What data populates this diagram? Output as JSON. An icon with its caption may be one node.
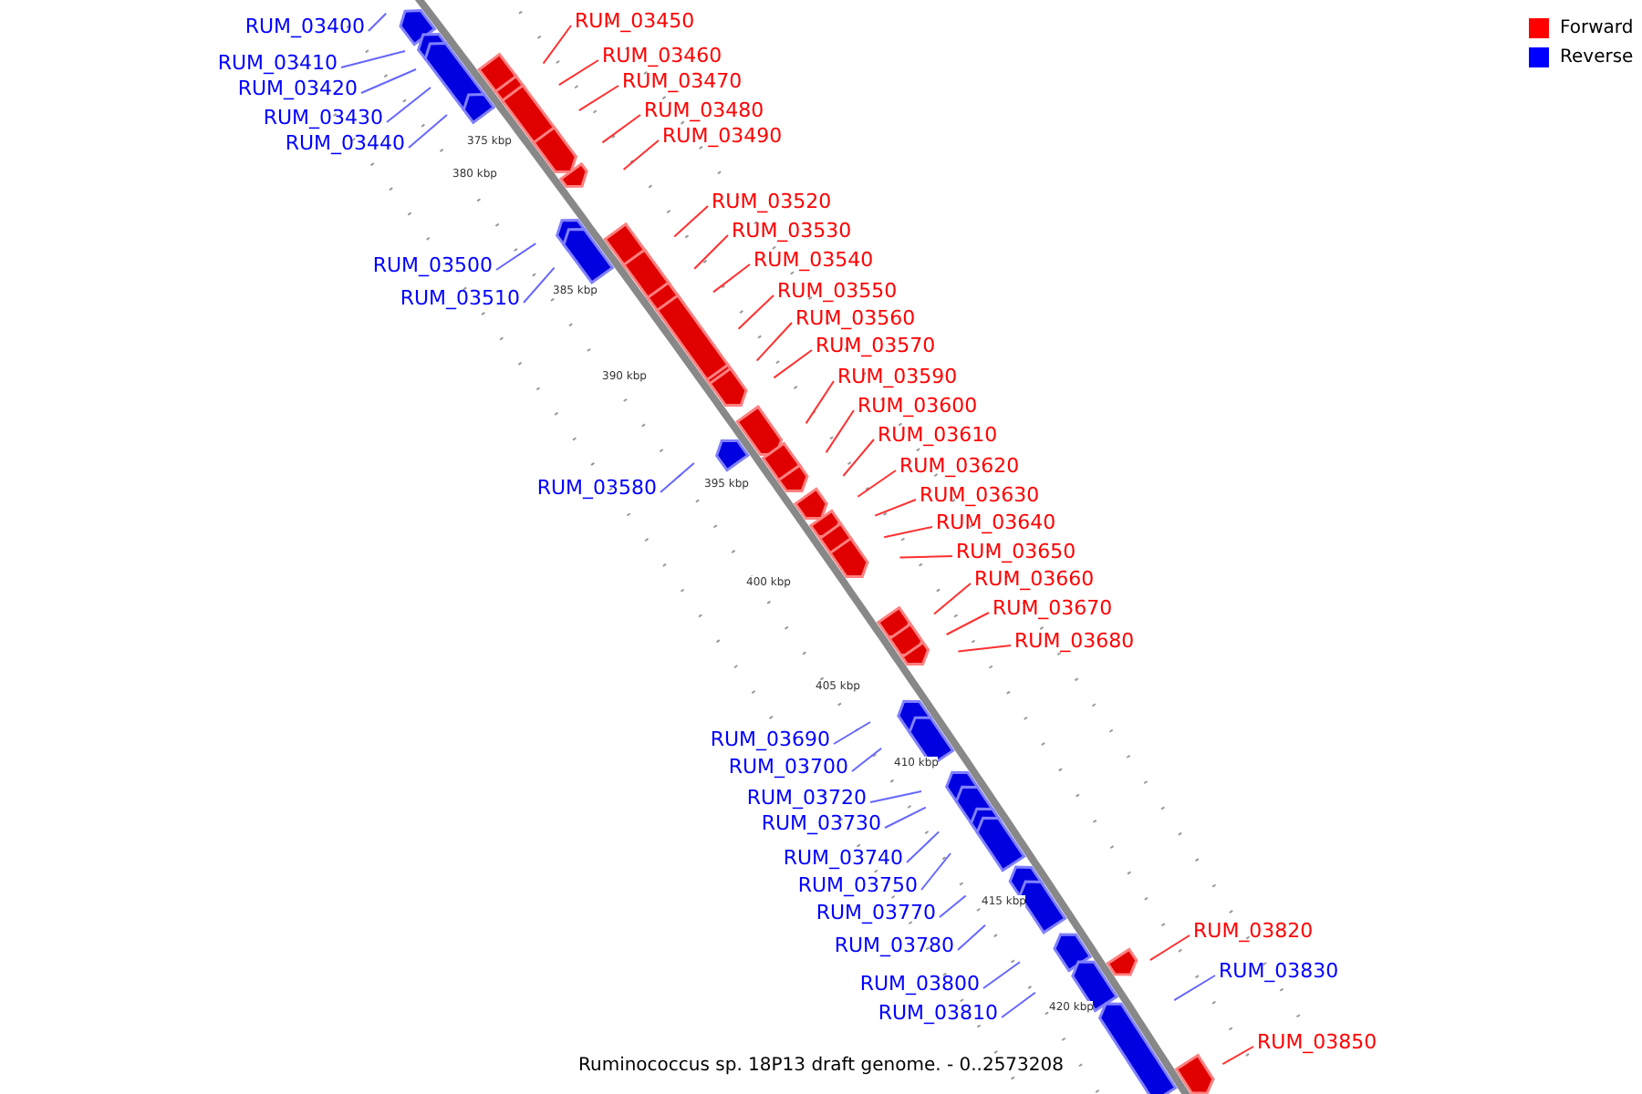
{
  "diagram": {
    "caption": "Ruminococcus sp. 18P13 draft genome. - 0..2573208",
    "nodes": [
      {
        "text": [
          "RUM_03450"
        ]
      },
      {
        "text": [
          "RUM_03400"
        ]
      },
      {
        "text": [
          "RUM_03460"
        ]
      },
      {
        "text": [
          "RUM_03410"
        ]
      },
      {
        "text": [
          "RUM_03470"
        ]
      },
      {
        "text": [
          "RUM_03420"
        ]
      },
      {
        "text": [
          "RUM_03480"
        ]
      },
      {
        "text": [
          "RUM_03430"
        ]
      },
      {
        "text": [
          "RUM_03490"
        ]
      },
      {
        "text": [
          "RUM_03440"
        ]
      },
      {
        "text": [
          "RUM_03520"
        ]
      },
      {
        "text": [
          "RUM_03530"
        ]
      },
      {
        "text": [
          "RUM_03540"
        ]
      },
      {
        "text": [
          "RUM_03500"
        ]
      },
      {
        "text": [
          "RUM_03550"
        ]
      },
      {
        "text": [
          "RUM_03510"
        ]
      },
      {
        "text": [
          "RUM_03560"
        ]
      },
      {
        "text": [
          "RUM_03570"
        ]
      },
      {
        "text": [
          "RUM_03590"
        ]
      },
      {
        "text": [
          "RUM_03600"
        ]
      },
      {
        "text": [
          "RUM_03610"
        ]
      },
      {
        "text": [
          "RUM_03620"
        ]
      },
      {
        "text": [
          "RUM_03580"
        ]
      },
      {
        "text": [
          "RUM_03630"
        ]
      },
      {
        "text": [
          "RUM_03640"
        ]
      },
      {
        "text": [
          "RUM_03650"
        ]
      },
      {
        "text": [
          "RUM_03660"
        ]
      },
      {
        "text": [
          "RUM_03670"
        ]
      },
      {
        "text": [
          "RUM_03680"
        ]
      },
      {
        "text": [
          "RUM_03690"
        ]
      },
      {
        "text": [
          "RUM_03700"
        ]
      },
      {
        "text": [
          "RUM_03720"
        ]
      },
      {
        "text": [
          "RUM_03730"
        ]
      },
      {
        "text": [
          "RUM_03740"
        ]
      },
      {
        "text": [
          "RUM_03750"
        ]
      },
      {
        "text": [
          "RUM_03770"
        ]
      },
      {
        "text": [
          "RUM_03820"
        ]
      },
      {
        "text": [
          "RUM_03780"
        ]
      },
      {
        "text": [
          "RUM_03830"
        ]
      },
      {
        "text": [
          "RUM_03800"
        ]
      },
      {
        "text": [
          "RUM_03810"
        ]
      },
      {
        "text": [
          "RUM_03850"
        ]
      }
    ],
    "edges": [
      {
        "from": 0,
        "to": null,
        "arrow": "none"
      },
      {
        "from": 1,
        "to": null,
        "arrow": "none",
        "color": "#6666ff"
      },
      {
        "from": 2,
        "to": null,
        "arrow": "none"
      },
      {
        "from": 3,
        "to": null,
        "arrow": "none",
        "color": "#6666ff"
      },
      {
        "from": 4,
        "to": null,
        "arrow": "none"
      },
      {
        "from": 5,
        "to": null,
        "arrow": "none",
        "color": "#6666ff"
      },
      {
        "from": 6,
        "to": null,
        "arrow": "none"
      },
      {
        "from": 7,
        "to": null,
        "arrow": "none",
        "color": "#6666ff"
      },
      {
        "from": 8,
        "to": null,
        "arrow": "none"
      },
      {
        "from": 9,
        "to": null,
        "arrow": "none",
        "color": "#6666ff"
      },
      {
        "from": 10,
        "to": null,
        "arrow": "none"
      },
      {
        "from": 11,
        "to": null,
        "arrow": "none"
      },
      {
        "from": 12,
        "to": null,
        "arrow": "none"
      },
      {
        "from": 13,
        "to": null,
        "arrow": "none",
        "color": "#6666ff"
      },
      {
        "from": 14,
        "to": null,
        "arrow": "none"
      },
      {
        "from": 15,
        "to": null,
        "arrow": "none",
        "color": "#6666ff"
      },
      {
        "from": 16,
        "to": null,
        "arrow": "none"
      },
      {
        "from": 17,
        "to": null,
        "arrow": "none"
      },
      {
        "from": 18,
        "to": null,
        "arrow": "none"
      },
      {
        "from": 19,
        "to": null,
        "arrow": "none"
      },
      {
        "from": 20,
        "to": null,
        "arrow": "none"
      },
      {
        "from": 21,
        "to": null,
        "arrow": "none"
      },
      {
        "from": 22,
        "to": null,
        "arrow": "none",
        "color": "#6666ff"
      },
      {
        "from": 23,
        "to": null,
        "arrow": "none"
      },
      {
        "from": 24,
        "to": null,
        "arrow": "none"
      },
      {
        "from": 25,
        "to": null,
        "arrow": "none"
      },
      {
        "from": 26,
        "to": null,
        "arrow": "none"
      },
      {
        "from": 27,
        "to": null,
        "arrow": "none"
      },
      {
        "from": 28,
        "to": null,
        "arrow": "none"
      },
      {
        "from": 29,
        "to": null,
        "arrow": "none",
        "color": "#6666ff"
      },
      {
        "from": 30,
        "to": null,
        "arrow": "none",
        "color": "#6666ff"
      },
      {
        "from": 31,
        "to": null,
        "arrow": "none",
        "color": "#6666ff"
      },
      {
        "from": 32,
        "to": null,
        "arrow": "none",
        "color": "#6666ff"
      },
      {
        "from": 33,
        "to": null,
        "arrow": "none",
        "color": "#6666ff"
      },
      {
        "from": 34,
        "to": null,
        "arrow": "none",
        "color": "#6666ff"
      },
      {
        "from": 35,
        "to": null,
        "arrow": "none",
        "color": "#6666ff"
      },
      {
        "from": 36,
        "to": null,
        "arrow": "none"
      },
      {
        "from": 37,
        "to": null,
        "arrow": "none",
        "color": "#6666ff"
      },
      {
        "from": 38,
        "to": null,
        "arrow": "none",
        "color": "#6666ff"
      },
      {
        "from": 39,
        "to": null,
        "arrow": "none",
        "color": "#6666ff"
      },
      {
        "from": 40,
        "to": null,
        "arrow": "none",
        "color": "#6666ff"
      },
      {
        "from": 41,
        "to": null,
        "arrow": "none"
      }
    ],
    "labels": [
      "375 kbp",
      "380 kbp",
      "385 kbp",
      "390 kbp",
      "395 kbp",
      "400 kbp",
      "405 kbp",
      "410 kbp",
      "415 kbp",
      "420 kbp"
    ],
    "legend": [
      {
        "text": "Forward",
        "color": "#ff0000"
      },
      {
        "text": "Reverse",
        "color": "#0000ff"
      }
    ]
  }
}
